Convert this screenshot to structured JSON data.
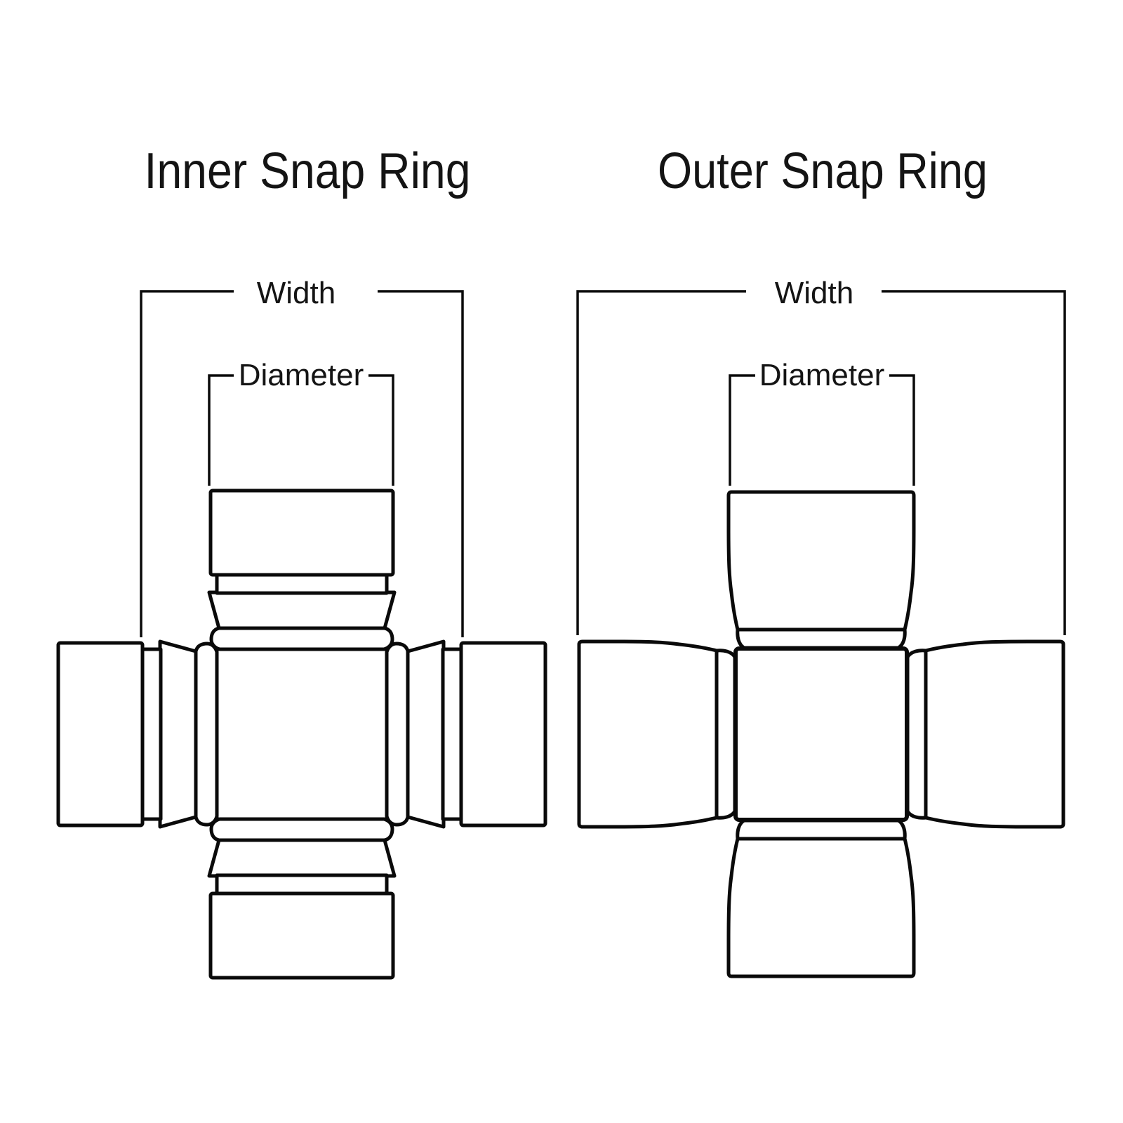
{
  "canvas": {
    "background": "#ffffff",
    "line_color": "#0a0a0a",
    "text_color": "#141414"
  },
  "diagrams": [
    {
      "id": "inner-snap-ring",
      "title": "Inner Snap Ring",
      "width_label": "Width",
      "diameter_label": "Diameter",
      "style": "snap ring groove inside, measured between bearing cap inner faces"
    },
    {
      "id": "outer-snap-ring",
      "title": "Outer Snap Ring",
      "width_label": "Width",
      "diameter_label": "Diameter",
      "style": "snap ring on cap outer end, measured between bearing cap outer faces"
    }
  ]
}
